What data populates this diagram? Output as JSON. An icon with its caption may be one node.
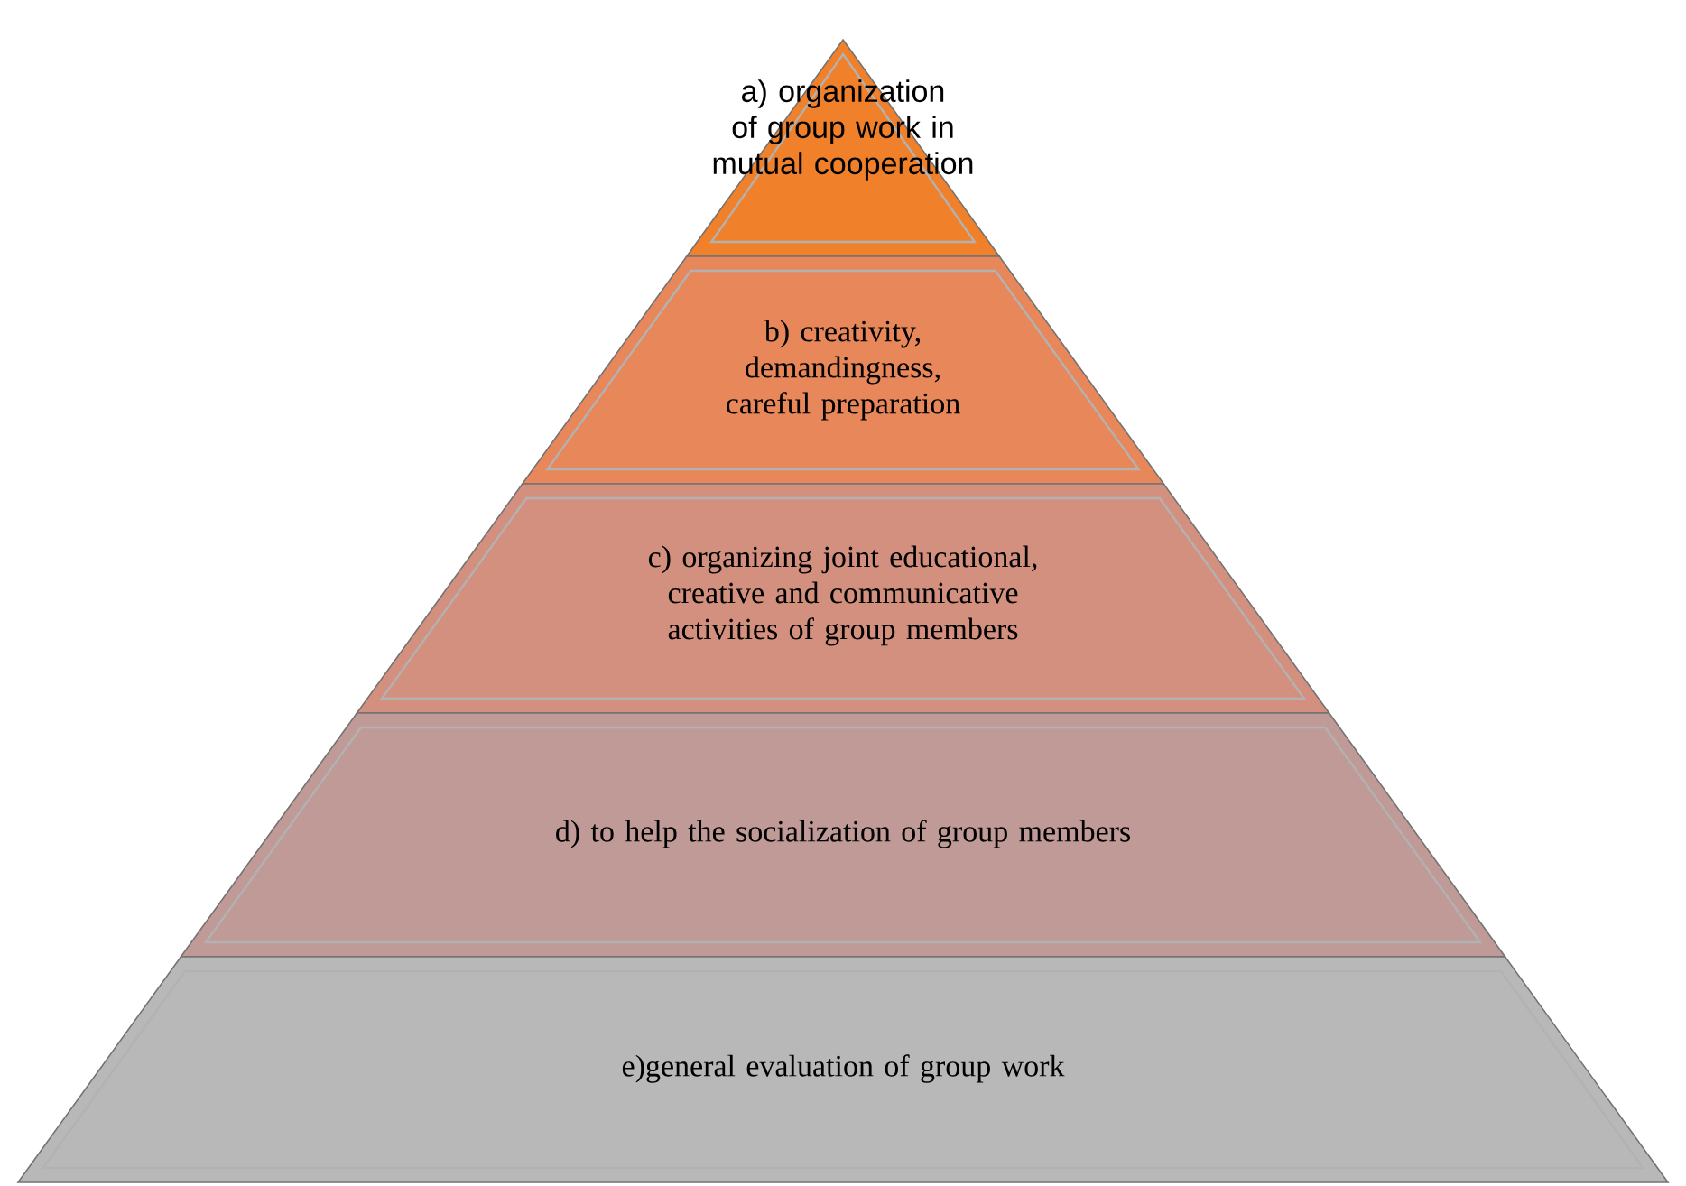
{
  "diagram": {
    "nodes": [
      {
        "text": [
          "a) organization of group work in mutual cooperation"
        ]
      },
      {
        "text": [
          "b) creativity, demandingness, careful preparation"
        ]
      },
      {
        "text": [
          "c) organizing joint educational, creative and communicative activities of group members"
        ]
      },
      {
        "text": [
          "d) to help the socialization of group members"
        ]
      },
      {
        "text": [
          "e)general evaluation of group work"
        ]
      }
    ]
  }
}
